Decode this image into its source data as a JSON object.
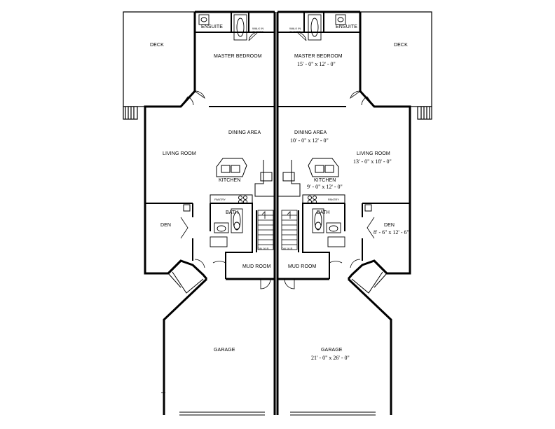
{
  "left_unit": {
    "ensuite": "ENSUITE",
    "walk_in_closet": "WALK IN CLOSET",
    "deck": "DECK",
    "master_bedroom": "MASTER BEDROOM",
    "dining_area": "DINING AREA",
    "living_room": "LIVING ROOM",
    "kitchen": "KITCHEN",
    "pantry": "PANTRY",
    "bath": "BATH",
    "den": "DEN",
    "mud_room": "MUD ROOM",
    "garage": "GARAGE",
    "dn": "DN 16 R"
  },
  "right_unit": {
    "ensuite": "ENSUITE",
    "walk_in_closet": "WALK IN CLOSET",
    "deck": "DECK",
    "master_bedroom": "MASTER BEDROOM",
    "master_bedroom_size": "15' - 0\" x 12' - 0\"",
    "dining_area": "DINING AREA",
    "dining_area_size": "10' - 0\" x 12' - 0\"",
    "living_room": "LIVING ROOM",
    "living_room_size": "13' - 0\" x 18' - 0\"",
    "kitchen": "KITCHEN",
    "kitchen_size": "9' - 0\" x 12' - 0\"",
    "pantry": "PANTRY",
    "bath": "BATH",
    "den": "DEN",
    "den_size": "8' - 6\" x 12' - 6\"",
    "mud_room": "MUD ROOM",
    "garage": "GARAGE",
    "garage_size": "21' - 0\" x 26' - 0\"",
    "dn": "DN 16 R"
  },
  "colors": {
    "wall": "#000000",
    "background": "#ffffff"
  }
}
